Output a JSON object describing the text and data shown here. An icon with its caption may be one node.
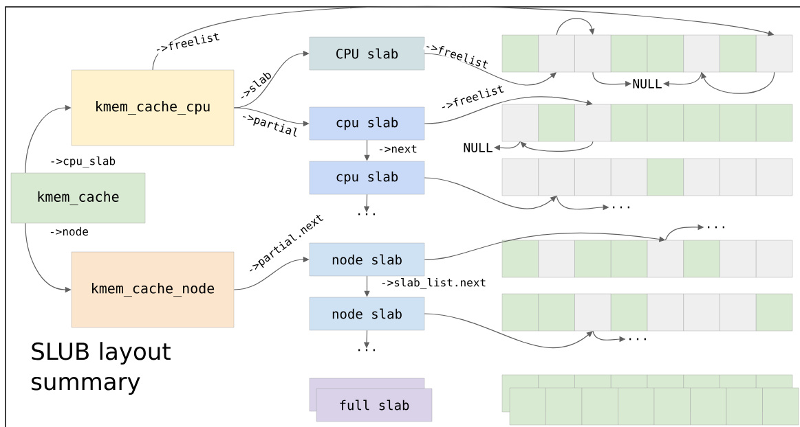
{
  "diagram": {
    "title": "SLUB layout summary",
    "nodes": [
      {
        "text": [
          "kmem_cache_cpu"
        ]
      },
      {
        "text": [
          "kmem_cache"
        ]
      },
      {
        "text": [
          "kmem_cache_node"
        ]
      },
      {
        "text": [
          "CPU slab"
        ]
      },
      {
        "text": [
          "cpu slab"
        ]
      },
      {
        "text": [
          "cpu slab"
        ]
      },
      {
        "text": [
          "..."
        ]
      },
      {
        "text": [
          "node slab"
        ]
      },
      {
        "text": [
          "node slab"
        ]
      },
      {
        "text": [
          "..."
        ]
      },
      {
        "text": [
          "full slab"
        ]
      },
      {
        "text": [
          "NULL"
        ]
      },
      {
        "text": [
          "NULL"
        ]
      },
      {
        "text": [
          "..."
        ]
      },
      {
        "text": [
          "..."
        ]
      },
      {
        "text": [
          "..."
        ]
      },
      {
        "text": [],
        "shape": "box"
      },
      {
        "text": [],
        "shape": "box"
      },
      {
        "text": [],
        "shape": "box"
      },
      {
        "text": [],
        "shape": "box"
      },
      {
        "text": [],
        "shape": "box"
      },
      {
        "text": [],
        "shape": "box"
      },
      {
        "text": [],
        "shape": "box"
      },
      {
        "text": [],
        "shape": "box"
      },
      {
        "text": [],
        "shape": "box"
      },
      {
        "text": [],
        "shape": "box"
      },
      {
        "text": [],
        "shape": "box"
      },
      {
        "text": [],
        "shape": "box"
      },
      {
        "text": [],
        "shape": "box"
      },
      {
        "text": [],
        "shape": "box"
      },
      {
        "text": [],
        "shape": "box"
      },
      {
        "text": [],
        "shape": "box"
      },
      {
        "text": [],
        "shape": "box"
      },
      {
        "text": [],
        "shape": "box"
      },
      {
        "text": [],
        "shape": "box"
      },
      {
        "text": [],
        "shape": "box"
      },
      {
        "text": [],
        "shape": "box"
      },
      {
        "text": [],
        "shape": "box"
      },
      {
        "text": [],
        "shape": "box"
      },
      {
        "text": [],
        "shape": "box"
      },
      {
        "text": [],
        "shape": "box"
      },
      {
        "text": [],
        "shape": "box"
      },
      {
        "text": [],
        "shape": "box"
      },
      {
        "text": [],
        "shape": "box"
      },
      {
        "text": [],
        "shape": "box"
      },
      {
        "text": [],
        "shape": "box"
      },
      {
        "text": [],
        "shape": "box"
      },
      {
        "text": [],
        "shape": "box"
      },
      {
        "text": [],
        "shape": "box"
      },
      {
        "text": [],
        "shape": "box"
      },
      {
        "text": [],
        "shape": "box"
      },
      {
        "text": [],
        "shape": "box"
      },
      {
        "text": [],
        "shape": "box"
      },
      {
        "text": [],
        "shape": "box"
      },
      {
        "text": [],
        "shape": "box"
      },
      {
        "text": [],
        "shape": "box"
      },
      {
        "text": [],
        "shape": "box"
      }
    ],
    "edges": [
      {
        "from": 1,
        "to": 0,
        "arrow": "to",
        "label": "->cpu_slab"
      },
      {
        "from": 1,
        "to": 2,
        "arrow": "to",
        "label": "->node"
      },
      {
        "from": 0,
        "to": 3,
        "arrow": "to",
        "label": "->slab"
      },
      {
        "from": 0,
        "to": 4,
        "arrow": "to",
        "label": "->partial"
      },
      {
        "from": 0,
        "to": 23,
        "arrow": "to",
        "label": "->freelist"
      },
      {
        "from": 3,
        "to": 17,
        "arrow": "to",
        "label": "->freelist"
      },
      {
        "from": 17,
        "to": 18,
        "arrow": "to"
      },
      {
        "from": 18,
        "to": 11,
        "arrow": "to"
      },
      {
        "from": 21,
        "to": 11,
        "arrow": "to"
      },
      {
        "from": 23,
        "to": 21,
        "arrow": "to"
      },
      {
        "from": 4,
        "to": 26,
        "arrow": "to",
        "label": "->freelist"
      },
      {
        "from": 26,
        "to": 24,
        "arrow": "to"
      },
      {
        "from": 24,
        "to": 12,
        "arrow": "to"
      },
      {
        "from": 4,
        "to": 5,
        "arrow": "to",
        "label": "->next"
      },
      {
        "from": 5,
        "to": 6,
        "arrow": "to"
      },
      {
        "from": 5,
        "to": 33,
        "arrow": "to"
      },
      {
        "from": 33,
        "to": 13,
        "arrow": "to"
      },
      {
        "from": 2,
        "to": 7,
        "arrow": "to",
        "label": "->partial.next"
      },
      {
        "from": 7,
        "to": 44,
        "arrow": "to"
      },
      {
        "from": 44,
        "to": 14,
        "arrow": "to"
      },
      {
        "from": 7,
        "to": 8,
        "arrow": "to",
        "label": "->slab_list.next"
      },
      {
        "from": 8,
        "to": 9,
        "arrow": "to"
      },
      {
        "from": 8,
        "to": 50,
        "arrow": "to"
      },
      {
        "from": 50,
        "to": 15,
        "arrow": "to"
      }
    ]
  }
}
